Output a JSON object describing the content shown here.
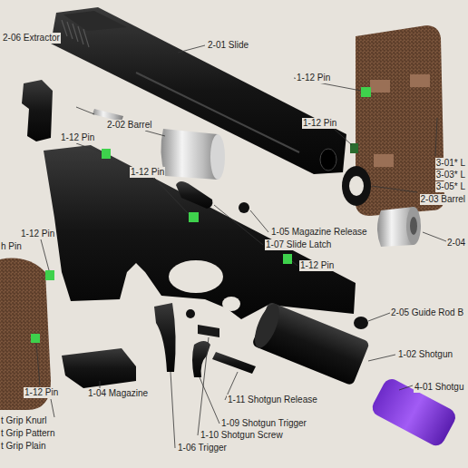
{
  "diagram": {
    "labels": [
      "2-06 Extractor",
      "2-01 Slide",
      "1-12 Pin",
      "2-02 Barrel",
      "1-12 Pin",
      "1-12 Pin",
      "3-01* L",
      "3-03* L",
      "3-05* L",
      "1-12 Pin",
      "2-03 Barrel",
      "1-05 Magazine Release",
      "1-12 Pin",
      "2-04",
      "1-07 Slide Latch",
      "h Pin",
      "1-12 Pin",
      "2-05 Guide Rod B",
      "1-02 Shotgun",
      "1-12 Pin",
      "4-01 Shotgu",
      "1-04 Magazine",
      "1-11 Shotgun Release",
      "t Grip Knurl",
      "1-09 Shotgun Trigger",
      "t Grip Pattern",
      "1-10 Shotgun Screw",
      "t Grip Plain",
      "1-06 Trigger"
    ]
  }
}
